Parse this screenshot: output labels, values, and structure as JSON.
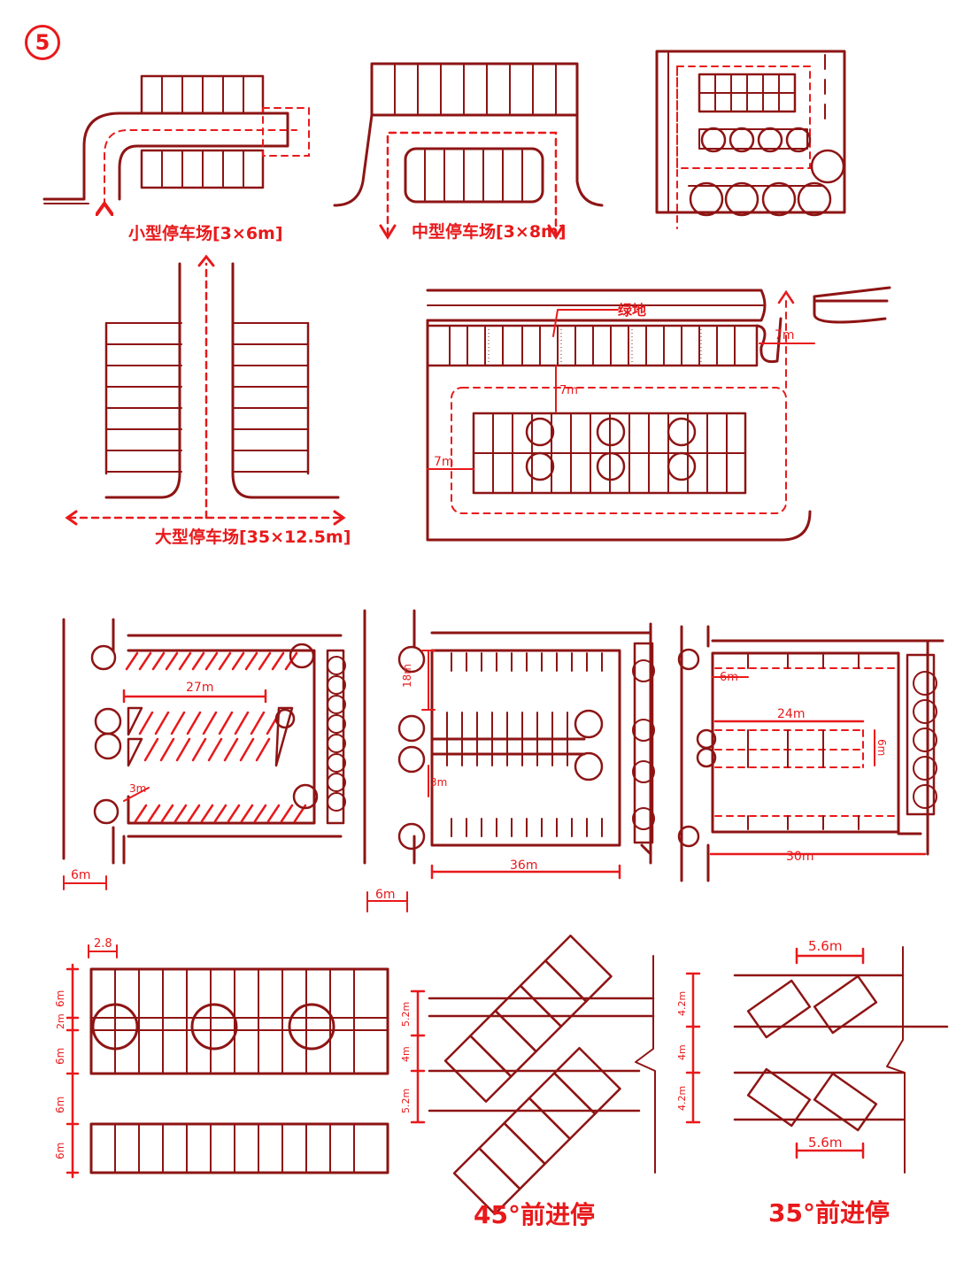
{
  "page": {
    "sheet_number": "5",
    "palette": {
      "ink": "#8e1414",
      "accent": "#e8191b",
      "background": "#ffffff"
    }
  },
  "labels": {
    "small_lot": "小型停车场[3×6m]",
    "medium_lot": "中型停车场[3×8m]",
    "large_lot": "大型停车场[35×12.5m]",
    "green_space": "绿地",
    "angle_45": "45°前进停",
    "angle_35": "35°前进停"
  },
  "dimensions": {
    "lot_7m_right": "7m",
    "lot_7m_vertical": "7m",
    "lot_7m_left": "7m",
    "oblique_27m": "27m",
    "oblique_3m": "3m",
    "oblique_6m": "6m",
    "perp_18m": "18m",
    "perp_3m": "3m",
    "perp_36m": "36m",
    "perp_6m": "6m",
    "parallel_6m_top": "6m",
    "parallel_24m": "24m",
    "parallel_6m_side": "6m",
    "parallel_30m": "30m",
    "grid_28": "2.8",
    "grid_6m_a": "6m",
    "grid_2m": "2m",
    "grid_6m_b": "6m",
    "grid_6m_c": "6m",
    "grid_6m_d": "6m",
    "angle45_52m_top": "5.2m",
    "angle45_4m": "4m",
    "angle45_52m_bottom": "5.2m",
    "angle35_42m_top": "4.2m",
    "angle35_4m": "4m",
    "angle35_42m_bottom": "4.2m",
    "angle35_56m_top": "5.6m",
    "angle35_56m_bottom": "5.6m"
  }
}
